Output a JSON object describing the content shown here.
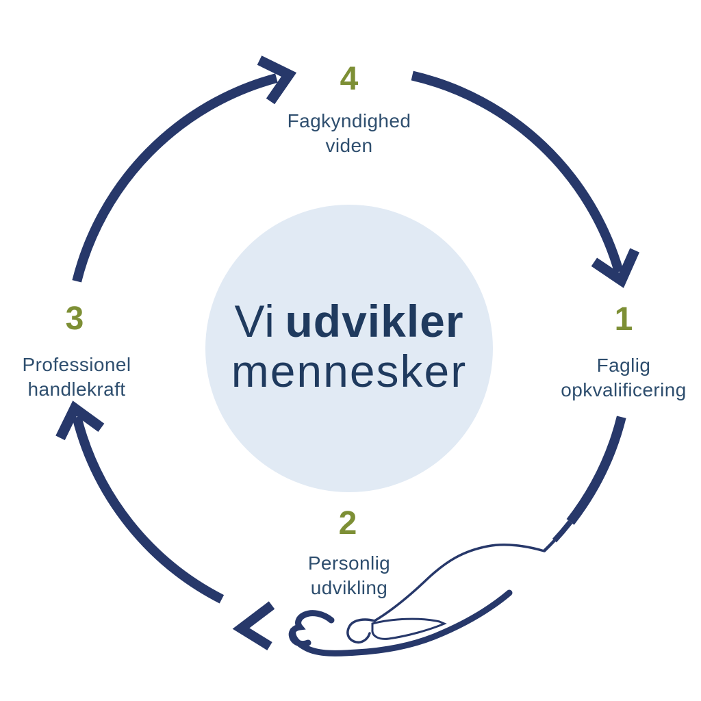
{
  "title": {
    "prefix": "Vi",
    "bold": "udvikler",
    "line2": "mennesker"
  },
  "steps": {
    "one": {
      "number": "1",
      "line1": "Faglig",
      "line2": "opkvalificering"
    },
    "two": {
      "number": "2",
      "line1": "Personlig",
      "line2": "udvikling"
    },
    "three": {
      "number": "3",
      "line1": "Professionel",
      "line2": "handlekraft"
    },
    "four": {
      "number": "4",
      "line1": "Fagkyndighed",
      "line2": "viden"
    }
  },
  "colors": {
    "arrow_navy": "#27386a",
    "label_text": "#2e4e6e",
    "center_text": "#1f3a5e",
    "number_olive": "#7d8f35",
    "center_circle_fill": "#e1eaf4",
    "background": "#ffffff"
  },
  "icons": {
    "hand": "open-hand-icon",
    "cycle": "cycle-arrows-icon"
  }
}
